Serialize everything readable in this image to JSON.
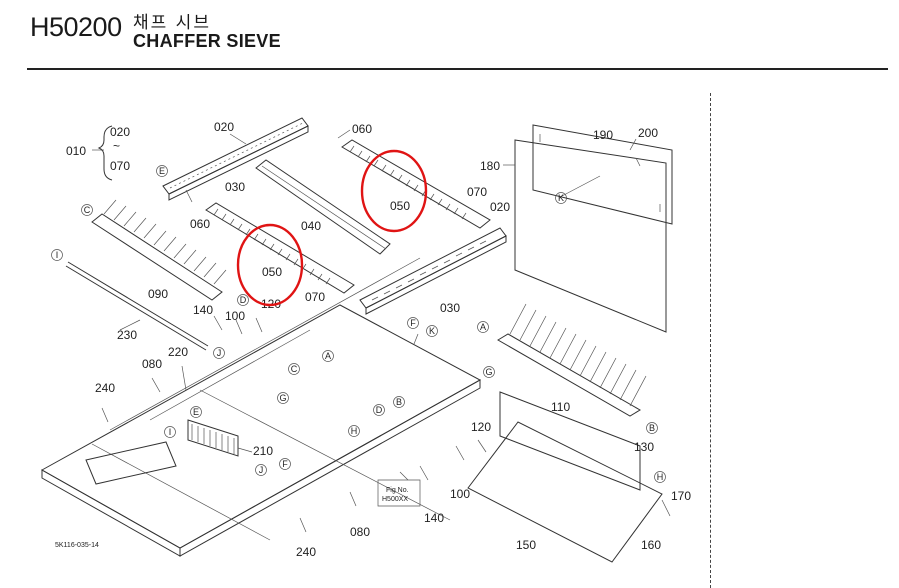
{
  "header": {
    "code": "H50200",
    "title_kr": "채프 시브",
    "title_en": "CHAFFER SIEVE"
  },
  "diagram": {
    "part_labels": [
      "010",
      "020",
      "070",
      "020",
      "060",
      "030",
      "040",
      "050",
      "060",
      "050",
      "070",
      "120",
      "140",
      "100",
      "090",
      "230",
      "080",
      "220",
      "240",
      "180",
      "190",
      "200",
      "070",
      "020",
      "030",
      "110",
      "130",
      "120",
      "100",
      "150",
      "160",
      "170",
      "210",
      "080",
      "140",
      "240"
    ],
    "ref_markers": [
      "E",
      "C",
      "I",
      "D",
      "F",
      "K",
      "A",
      "C",
      "G",
      "A",
      "B",
      "G",
      "D",
      "B",
      "H",
      "E",
      "I",
      "J",
      "F",
      "J",
      "H"
    ],
    "fig_note_line1": "Fig No.",
    "fig_note_line2": "H500XX",
    "drawing_code": "5K116-035-14",
    "range_tilde": "~",
    "highlight_color": "#e01414"
  }
}
